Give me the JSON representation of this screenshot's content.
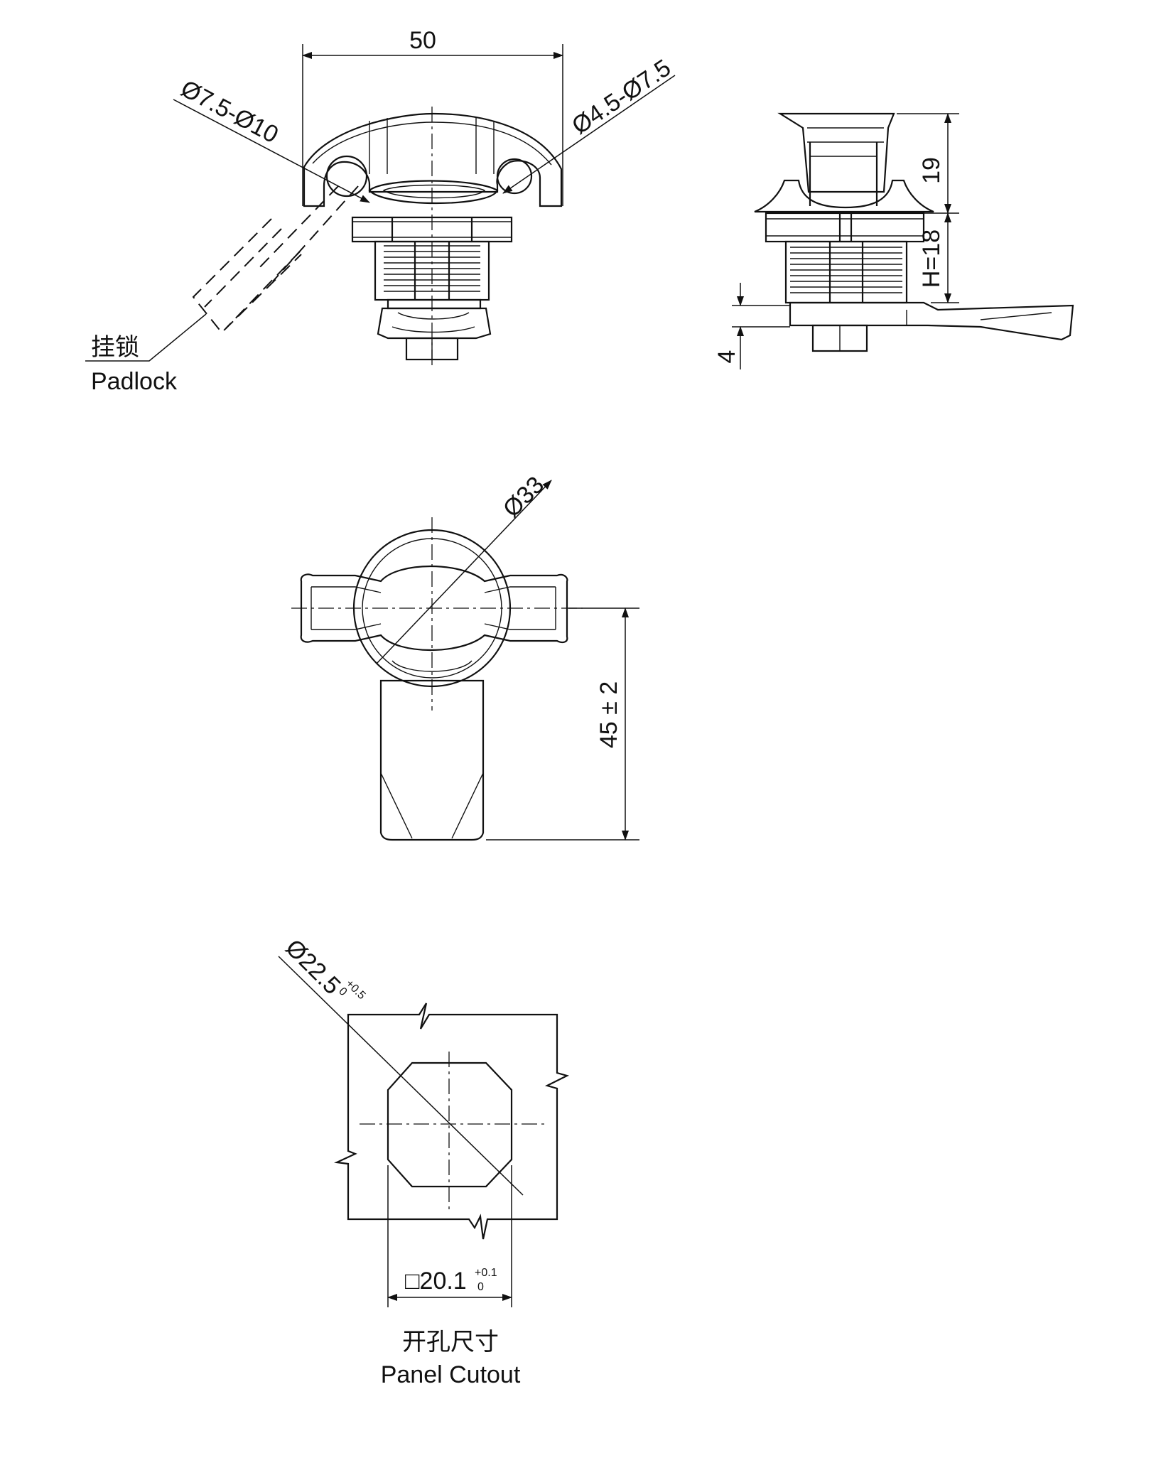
{
  "drawing": {
    "stroke_color": "#111111",
    "background": "#ffffff"
  },
  "front_view": {
    "width_dim": "50",
    "padlock_large_dia": "Ø7.5-Ø10",
    "padlock_small_dia": "Ø4.5-Ø7.5",
    "padlock_label_cn": "挂锁",
    "padlock_label_en": "Padlock"
  },
  "side_view": {
    "height_top": "19",
    "height_body": "H=18",
    "cam_thickness": "4"
  },
  "top_view": {
    "diameter": "Ø33",
    "cam_length": "45 ± 2"
  },
  "cutout": {
    "diameter_main": "Ø22.5",
    "diameter_tol_upper": "+0.5",
    "diameter_tol_lower": "0",
    "square_main": "□20.1",
    "square_tol_upper": "+0.1",
    "square_tol_lower": "0",
    "label_cn": "开孔尺寸",
    "label_en": "Panel Cutout"
  }
}
